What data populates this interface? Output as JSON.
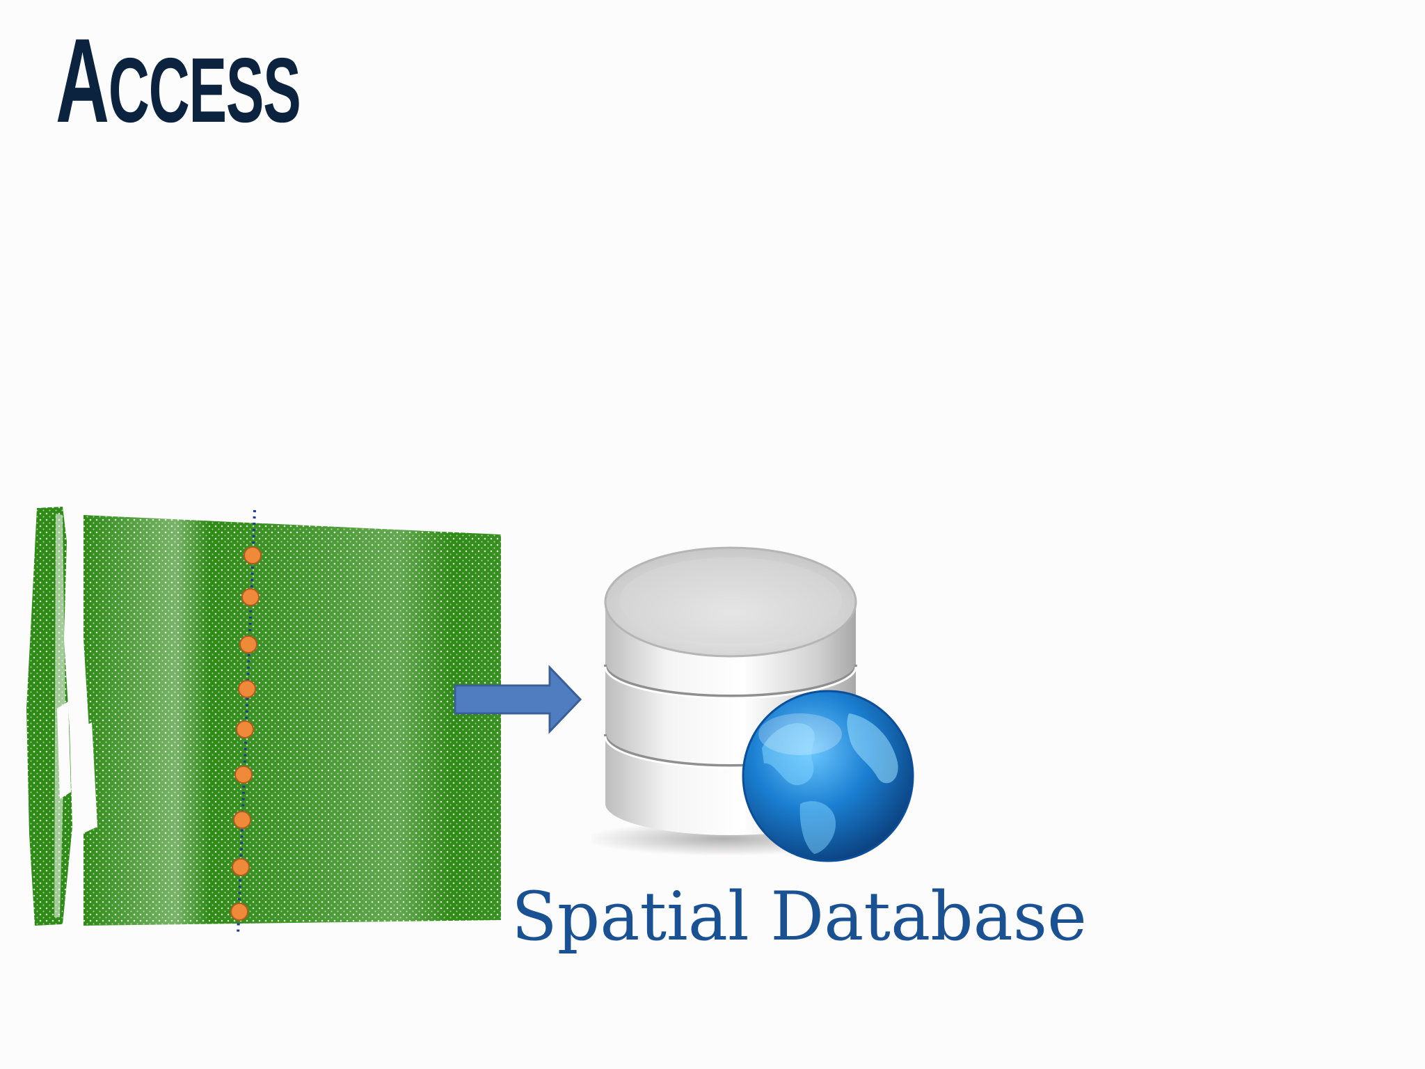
{
  "slide": {
    "title_first": "A",
    "title_rest": "CCESS"
  },
  "database": {
    "label": "Spatial Database"
  },
  "colors": {
    "title": "#0c2340",
    "point_cloud": "#2f8a17",
    "sample_points": "#ef8a3a",
    "scan_line": "#1f3a93",
    "arrow": "#4f7dc0",
    "label": "#1a5192"
  },
  "icons": [
    "point-cloud-image",
    "right-arrow-icon",
    "database-icon",
    "globe-icon"
  ]
}
